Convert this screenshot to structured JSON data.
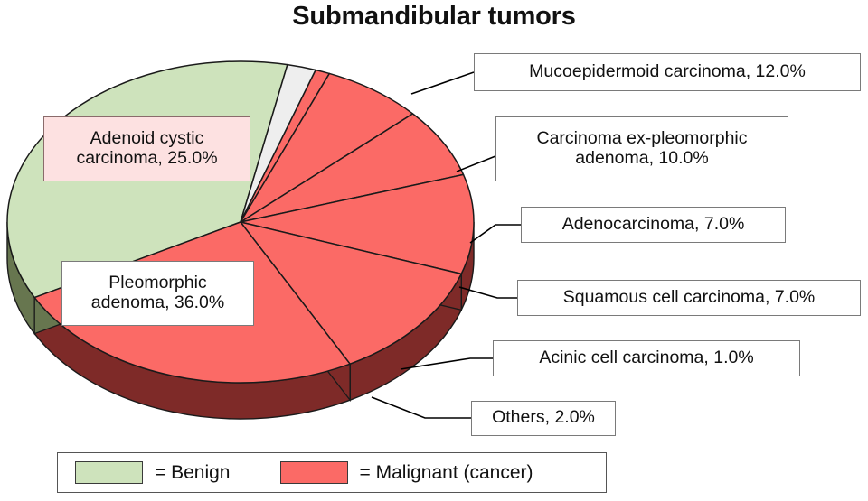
{
  "title": "Submandibular tumors",
  "chart_data": {
    "type": "pie",
    "title": "Submandibular tumors",
    "xlabel": "",
    "ylabel": "",
    "grid": false,
    "legend_position": "bottom",
    "three_d": true,
    "value_unit": "percent",
    "categories": [
      "Pleomorphic adenoma",
      "Others",
      "Acinic cell carcinoma",
      "Squamous cell carcinoma",
      "Adenocarcinoma",
      "Carcinoma ex-pleomorphic adenoma",
      "Mucoepidermoid carcinoma",
      "Adenoid cystic carcinoma"
    ],
    "values": [
      36.0,
      2.0,
      1.0,
      7.0,
      7.0,
      10.0,
      12.0,
      25.0
    ],
    "slices": [
      {
        "label": "Pleomorphic adenoma",
        "value": 36.0,
        "value_text": "36.0%",
        "full_label": "Pleomorphic adenoma, 36.0%",
        "group": "Benign",
        "top_color": "#cee3bc",
        "side_color": "#67764f"
      },
      {
        "label": "Others",
        "value": 2.0,
        "value_text": "2.0%",
        "full_label": "Others, 2.0%",
        "group": "Other",
        "top_color": "#eeeeee",
        "side_color": "#6f6f66"
      },
      {
        "label": "Acinic cell carcinoma",
        "value": 1.0,
        "value_text": "1.0%",
        "full_label": "Acinic cell carcinoma, 1.0%",
        "group": "Malignant",
        "top_color": "#fb6a66",
        "side_color": "#7e2a28"
      },
      {
        "label": "Squamous cell carcinoma",
        "value": 7.0,
        "value_text": "7.0%",
        "full_label": "Squamous cell carcinoma, 7.0%",
        "group": "Malignant",
        "top_color": "#fb6a66",
        "side_color": "#7e2a28"
      },
      {
        "label": "Adenocarcinoma",
        "value": 7.0,
        "value_text": "7.0%",
        "full_label": "Adenocarcinoma, 7.0%",
        "group": "Malignant",
        "top_color": "#fb6a66",
        "side_color": "#7e2a28"
      },
      {
        "label": "Carcinoma ex-pleomorphic adenoma",
        "value": 10.0,
        "value_text": "10.0%",
        "full_label": "Carcinoma ex-pleomorphic adenoma, 10.0%",
        "group": "Malignant",
        "top_color": "#fb6a66",
        "side_color": "#7e2a28"
      },
      {
        "label": "Mucoepidermoid carcinoma",
        "value": 12.0,
        "value_text": "12.0%",
        "full_label": "Mucoepidermoid carcinoma, 12.0%",
        "group": "Malignant",
        "top_color": "#fb6a66",
        "side_color": "#7e2a28"
      },
      {
        "label": "Adenoid cystic carcinoma",
        "value": 25.0,
        "value_text": "25.0%",
        "full_label": "Adenoid cystic carcinoma, 25.0%",
        "group": "Malignant",
        "top_color": "#fb6a66",
        "side_color": "#7e2a28"
      }
    ]
  },
  "callouts": {
    "mucoepidermoid": "Mucoepidermoid carcinoma, 12.0%",
    "carcinoma_ex_line1": "Carcinoma ex-pleomorphic",
    "carcinoma_ex_line2": "adenoma, 10.0%",
    "adenocarcinoma": "Adenocarcinoma, 7.0%",
    "squamous": "Squamous cell carcinoma, 7.0%",
    "acinic": "Acinic cell carcinoma, 1.0%",
    "others": "Others, 2.0%",
    "adenoid_line1": "Adenoid cystic",
    "adenoid_line2": "carcinoma, 25.0%",
    "pleomorphic_line1": "Pleomorphic",
    "pleomorphic_line2": "adenoma, 36.0%"
  },
  "legend": {
    "benign_label": "= Benign",
    "benign_color": "#cee3bc",
    "malignant_label": "= Malignant (cancer)",
    "malignant_color": "#fb6a66"
  }
}
